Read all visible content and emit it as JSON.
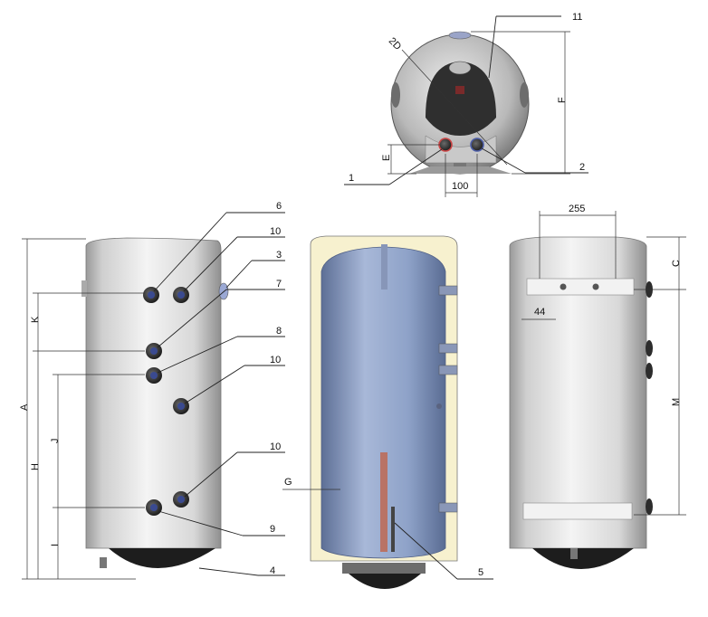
{
  "top_view": {
    "callouts": [
      "11",
      "1",
      "2"
    ],
    "dims": {
      "diameter": "2D",
      "F": "F",
      "E": "E",
      "spacing": "100"
    }
  },
  "left_view": {
    "callouts": [
      "6",
      "10",
      "3",
      "7",
      "8",
      "10",
      "10",
      "9",
      "4"
    ],
    "dims": {
      "A": "A",
      "H": "H",
      "K": "K",
      "J": "J",
      "I": "I"
    }
  },
  "middle_view": {
    "callouts": [
      "5"
    ],
    "dims": {
      "G": "G"
    }
  },
  "right_view": {
    "dims": {
      "width": "255",
      "C": "C",
      "M": "M",
      "bracket": "44"
    }
  },
  "colors": {
    "tank_body": "#dcdcdc",
    "insulation": "#f7f1cf",
    "inner_tank": "#8fa4c9",
    "coil": "#a3b8dc",
    "port": "#3a3a3a",
    "port_ring": "#4d5ea8"
  }
}
